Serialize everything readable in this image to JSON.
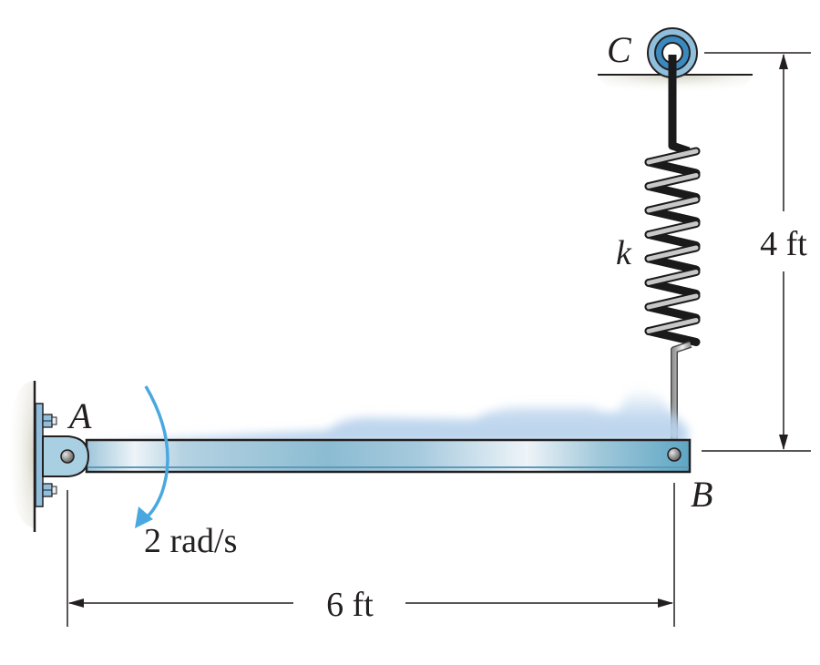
{
  "labels": {
    "point_a": "A",
    "point_b": "B",
    "point_c": "C",
    "spring_constant": "k",
    "angular_velocity": "2 rad/s",
    "horizontal_dimension": "6 ft",
    "vertical_dimension": "4 ft"
  },
  "colors": {
    "bar": "#8fbcd2",
    "bar_highlight": "#eef4f8",
    "rotation_arrow": "#4aa8e0",
    "pulley_outer": "#8fbfdc",
    "pulley_inner": "#3a8ac0",
    "ground": "#dcdccf",
    "spring_front": "#c8c8c8",
    "spring_back": "#1a1a1a",
    "dimension_line": "#231f20",
    "motion_blur": "#b8d2ec"
  }
}
